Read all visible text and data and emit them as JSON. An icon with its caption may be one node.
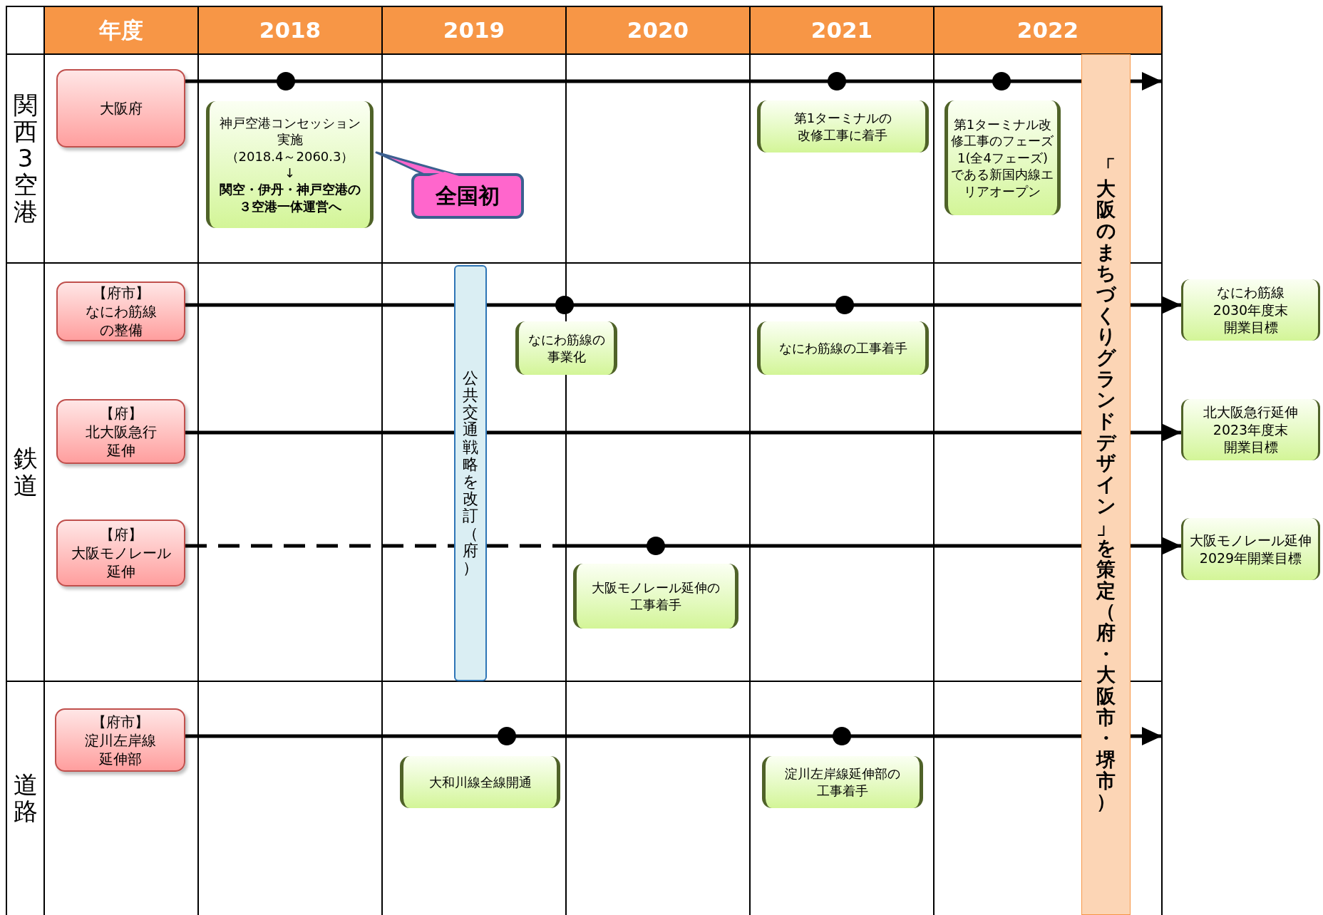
{
  "diagram": {
    "nodes": [
      {
        "text": [
          "大阪府"
        ]
      },
      {
        "text": [
          "神戸空港コンセッション実施",
          "（2018.4～2060.3）",
          "↓",
          "関空・伊丹・神戸空港の３空港一体運営へ"
        ]
      },
      {
        "text": [
          "全国初"
        ]
      },
      {
        "text": [
          "第1ターミナルの改修工事に着手"
        ]
      },
      {
        "text": [
          "第1ターミナル改修工事のフェーズ1(全4フェーズ)である新国内線エリアオープン"
        ]
      },
      {
        "text": [
          "「大阪のまちづくりグランドデザイン」を策定（府・大阪市・堺市）"
        ]
      },
      {
        "text": [
          "【府市】",
          "なにわ筋線の整備"
        ]
      },
      {
        "text": [
          "公共交通戦略を改訂（府）"
        ]
      },
      {
        "text": [
          "なにわ筋線の事業化"
        ]
      },
      {
        "text": [
          "なにわ筋線の工事着手"
        ]
      },
      {
        "text": [
          "なにわ筋線",
          "2030年度末",
          "開業目標"
        ]
      },
      {
        "text": [
          "【府】",
          "北大阪急行延伸"
        ]
      },
      {
        "text": [
          "北大阪急行延伸",
          "2023年度末",
          "開業目標"
        ]
      },
      {
        "text": [
          "【府】",
          "大阪モノレール延伸"
        ]
      },
      {
        "text": [
          "大阪モノレール延伸の工事着手"
        ]
      },
      {
        "text": [
          "大阪モノレール延伸",
          "2029年開業目標"
        ]
      },
      {
        "text": [
          "【府市】",
          "淀川左岸線延伸部"
        ]
      },
      {
        "text": [
          "大和川線全線開通"
        ]
      },
      {
        "text": [
          "淀川左岸線延伸部の工事着手"
        ]
      }
    ],
    "edges": [
      {
        "from": 0,
        "to": 5,
        "arrow": "none"
      },
      {
        "from": 5,
        "to": null,
        "arrow": "to"
      },
      {
        "from": 6,
        "to": 7,
        "arrow": "none"
      },
      {
        "from": 7,
        "to": 5,
        "arrow": "none"
      },
      {
        "from": 5,
        "to": 10,
        "arrow": "to"
      },
      {
        "from": 11,
        "to": 7,
        "arrow": "none"
      },
      {
        "from": 7,
        "to": 5,
        "arrow": "none"
      },
      {
        "from": 5,
        "to": 12,
        "arrow": "to"
      },
      {
        "from": 13,
        "to": 7,
        "arrow": "none",
        "style": "dashed"
      },
      {
        "from": 7,
        "to": null,
        "arrow": "none",
        "style": "dashed"
      },
      {
        "from": null,
        "to": 5,
        "arrow": "none"
      },
      {
        "from": 5,
        "to": 15,
        "arrow": "to"
      },
      {
        "from": 16,
        "to": 5,
        "arrow": "none"
      },
      {
        "from": 5,
        "to": null,
        "arrow": "to"
      }
    ],
    "labels": [
      "年度",
      "2018",
      "2019",
      "2020",
      "2021",
      "2022",
      "関西3空港",
      "鉄道",
      "道路"
    ]
  }
}
